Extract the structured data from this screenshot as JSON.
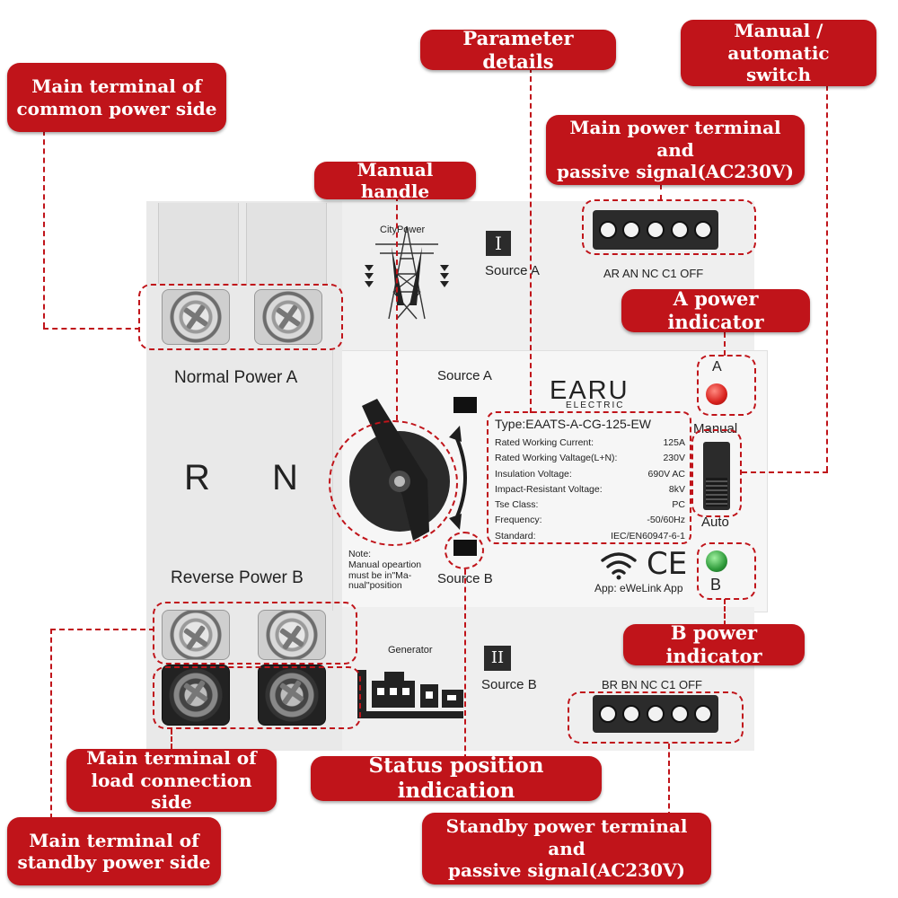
{
  "callouts": {
    "common_side": "Main terminal of\ncommon power side",
    "parameter": "Parameter details",
    "manual_auto": "Manual / automatic\nswitch",
    "main_power_terminal": "Main power terminal and\npassive signal(AC230V)",
    "manual_handle": "Manual handle",
    "a_indicator": "A power indicator",
    "b_indicator": "B power indicator",
    "load_side": "Main terminal of\nload connection side",
    "status": "Status position indication",
    "standby_side": "Main terminal of\nstandby power side",
    "standby_terminal": "Standby power terminal and\npassive signal(AC230V)"
  },
  "device": {
    "city_power": "CityPower",
    "roman_one": "I",
    "source_a": "Source A",
    "top_terminal_labels": "AR AN NC C1 OFF",
    "normal_power": "Normal Power A",
    "source_a_window": "Source A",
    "letter_r": "R",
    "letter_n": "N",
    "brand": "EARU",
    "brand_sub": "ELECTRIC",
    "indicator_a": "A",
    "manual": "Manual",
    "auto": "Auto",
    "indicator_b": "B",
    "reverse_power": "Reverse Power B",
    "note": "Note:\nManual opeartion\nmust be in\"Ma-\nnual\"position",
    "source_b_window": "Source B",
    "app": "App: eWeLink App",
    "generator": "Generator",
    "roman_two": "II",
    "source_b": "Source B",
    "bottom_terminal_labels": "BR BN NC C1 OFF"
  },
  "specs": {
    "type": "Type:EAATS-A-CG-125-EW",
    "rows": [
      {
        "k": "Rated Working Current:",
        "v": "125A"
      },
      {
        "k": "Rated Working Valtage(L+N):",
        "v": "230V"
      },
      {
        "k": "Insulation Voltage:",
        "v": "690V AC"
      },
      {
        "k": "Impact-Resistant Voltage:",
        "v": "8kV"
      },
      {
        "k": "Tse Class:",
        "v": "PC"
      },
      {
        "k": "Frequency:",
        "v": "-50/60Hz"
      },
      {
        "k": "Standard:",
        "v": "IEC/EN60947-6-1"
      }
    ]
  },
  "colors": {
    "accent_red": "#c0141a",
    "led_red": "#d8201c",
    "led_green": "#2e9a3a"
  }
}
